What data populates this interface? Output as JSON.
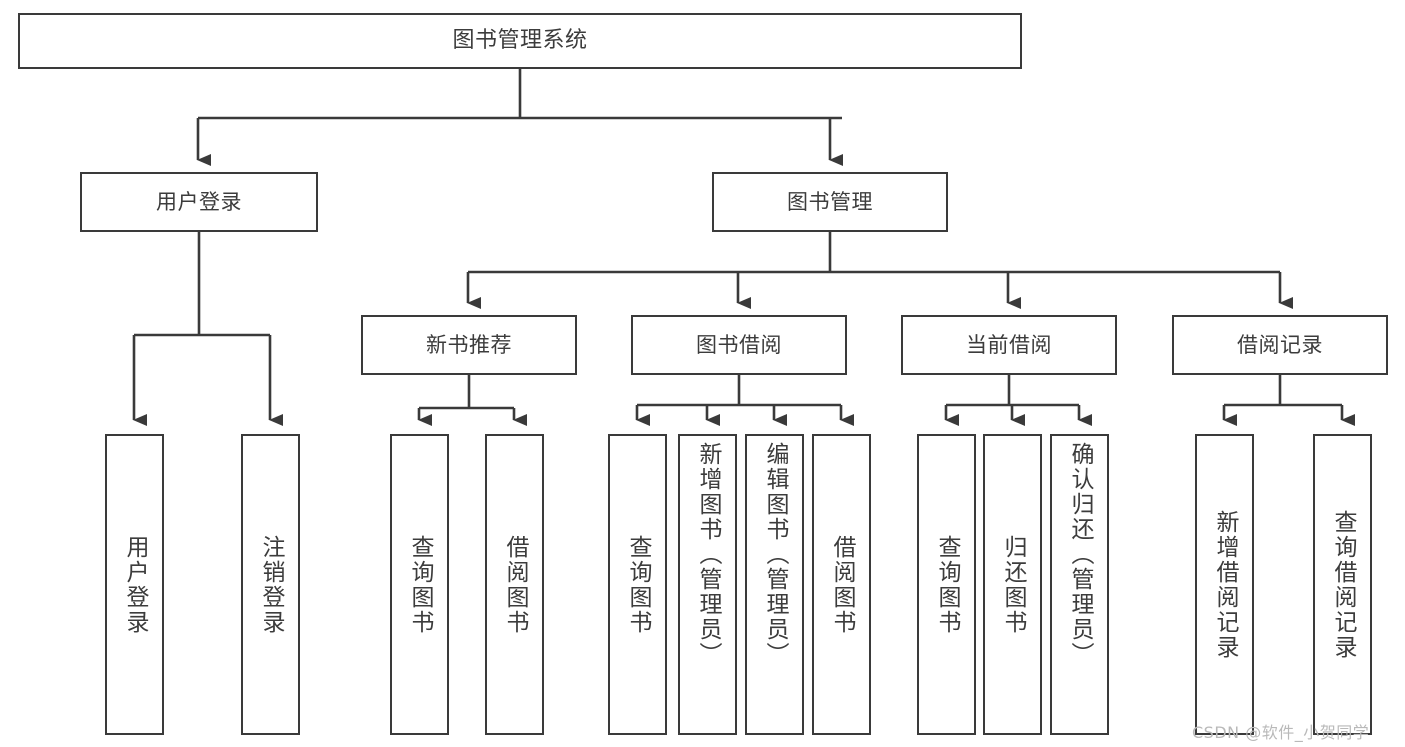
{
  "diagram": {
    "type": "tree-hierarchy",
    "title": "图书管理系统",
    "watermark": "CSDN @软件_小贺同学",
    "colors": {
      "box_border": "#3a3a3a",
      "box_fill": "#ffffff",
      "edge": "#3a3a3a",
      "text": "#3c3c3c",
      "watermark": "#b9b9b9",
      "background": "#ffffff"
    },
    "levels": {
      "root": "图书管理系统",
      "level1": [
        "用户登录",
        "图书管理"
      ],
      "level2": [
        "新书推荐",
        "图书借阅",
        "当前借阅",
        "借阅记录"
      ]
    },
    "nodes": {
      "root": {
        "label": "图书管理系统"
      },
      "user_login": {
        "label": "用户登录"
      },
      "book_manage": {
        "label": "图书管理"
      },
      "new_book_rec": {
        "label": "新书推荐"
      },
      "book_borrow": {
        "label": "图书借阅"
      },
      "current_borrow": {
        "label": "当前借阅"
      },
      "borrow_record": {
        "label": "借阅记录"
      },
      "leaf_user_login": {
        "label": "用户登录"
      },
      "leaf_logout": {
        "label": "注销登录"
      },
      "leaf_query_book_1": {
        "label": "查询图书"
      },
      "leaf_borrow_book_1": {
        "label": "借阅图书"
      },
      "leaf_query_book_2": {
        "label": "查询图书"
      },
      "leaf_add_book": {
        "label": "新增图书（管理员）"
      },
      "leaf_edit_book": {
        "label": "编辑图书（管理员）"
      },
      "leaf_borrow_book_2": {
        "label": "借阅图书"
      },
      "leaf_query_book_3": {
        "label": "查询图书"
      },
      "leaf_return_book": {
        "label": "归还图书"
      },
      "leaf_confirm_return": {
        "label": "确认归还（管理员）"
      },
      "leaf_add_record": {
        "label": "新增借阅记录"
      },
      "leaf_query_record": {
        "label": "查询借阅记录"
      }
    },
    "edges": [
      {
        "from": "root",
        "to": "用户登录"
      },
      {
        "from": "root",
        "to": "图书管理"
      },
      {
        "from": "用户登录",
        "to": "用户登录(叶)"
      },
      {
        "from": "用户登录",
        "to": "注销登录"
      },
      {
        "from": "图书管理",
        "to": "新书推荐"
      },
      {
        "from": "图书管理",
        "to": "图书借阅"
      },
      {
        "from": "图书管理",
        "to": "当前借阅"
      },
      {
        "from": "图书管理",
        "to": "借阅记录"
      },
      {
        "from": "新书推荐",
        "to": "查询图书"
      },
      {
        "from": "新书推荐",
        "to": "借阅图书"
      },
      {
        "from": "图书借阅",
        "to": "查询图书"
      },
      {
        "from": "图书借阅",
        "to": "新增图书（管理员）"
      },
      {
        "from": "图书借阅",
        "to": "编辑图书（管理员）"
      },
      {
        "from": "图书借阅",
        "to": "借阅图书"
      },
      {
        "from": "当前借阅",
        "to": "查询图书"
      },
      {
        "from": "当前借阅",
        "to": "归还图书"
      },
      {
        "from": "当前借阅",
        "to": "确认归还（管理员）"
      },
      {
        "from": "借阅记录",
        "to": "新增借阅记录"
      },
      {
        "from": "借阅记录",
        "to": "查询借阅记录"
      }
    ]
  }
}
